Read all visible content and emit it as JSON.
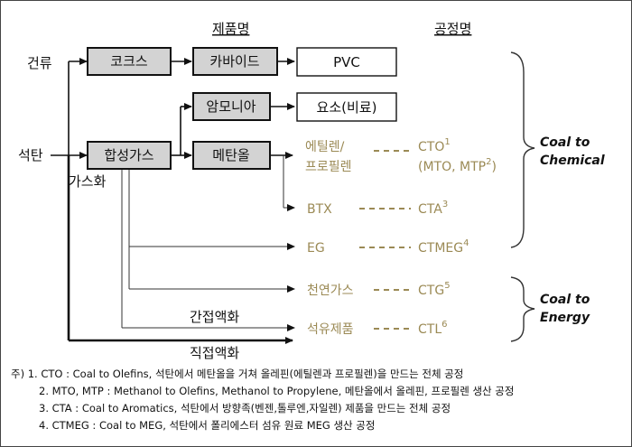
{
  "headers": {
    "product": "제품명",
    "process": "공정명"
  },
  "inputs": {
    "coal": "석탄",
    "dry_distillation": "건류",
    "gasification": "가스화",
    "indirect_liquefaction": "간접액화",
    "direct_liquefaction": "직접액화"
  },
  "boxes": {
    "coke": "코크스",
    "carbide": "카바이드",
    "pvc": "PVC",
    "syngas": "합성가스",
    "ammonia": "암모니아",
    "urea": "요소(비료)",
    "methanol": "메탄올"
  },
  "products": {
    "ethylene_line1": "에틸렌/",
    "ethylene_line2": "프로필렌",
    "btx": "BTX",
    "eg": "EG",
    "natural_gas": "천연가스",
    "petroleum": "석유제품"
  },
  "processes": {
    "cto": "CTO",
    "cto_sup": "1",
    "cto_sub_a": "(MTO, MTP",
    "cto_sub_sup": "2",
    "cto_sub_b": ")",
    "cta": "CTA",
    "cta_sup": "3",
    "ctmeg": "CTMEG",
    "ctmeg_sup": "4",
    "ctg": "CTG",
    "ctg_sup": "5",
    "ctl": "CTL",
    "ctl_sup": "6"
  },
  "categories": {
    "chem_line1": "Coal to",
    "chem_line2": "Chemical",
    "energy_line1": "Coal to",
    "energy_line2": "Energy"
  },
  "notes": [
    "주) 1. CTO : Coal to Olefins, 석탄에서 메탄올을 거쳐 올레핀(에틸렌과 프로필렌)을 만드는 전체 공정",
    "2. MTO, MTP : Methanol to Olefins, Methanol to Propylene, 메탄올에서 올레핀, 프로필렌 생산 공정",
    "3. CTA : Coal to Aromatics, 석탄에서 방향족(벤젠,톨루엔,자일렌) 제품을 만드는 전체 공정",
    "4. CTMEG : Coal to MEG, 석탄에서 폴리에스터 섬유 원료 MEG 생산 공정"
  ],
  "colors": {
    "box_fill": "#d3d3d3",
    "product_text": "#9b8a55",
    "line": "#111111"
  }
}
